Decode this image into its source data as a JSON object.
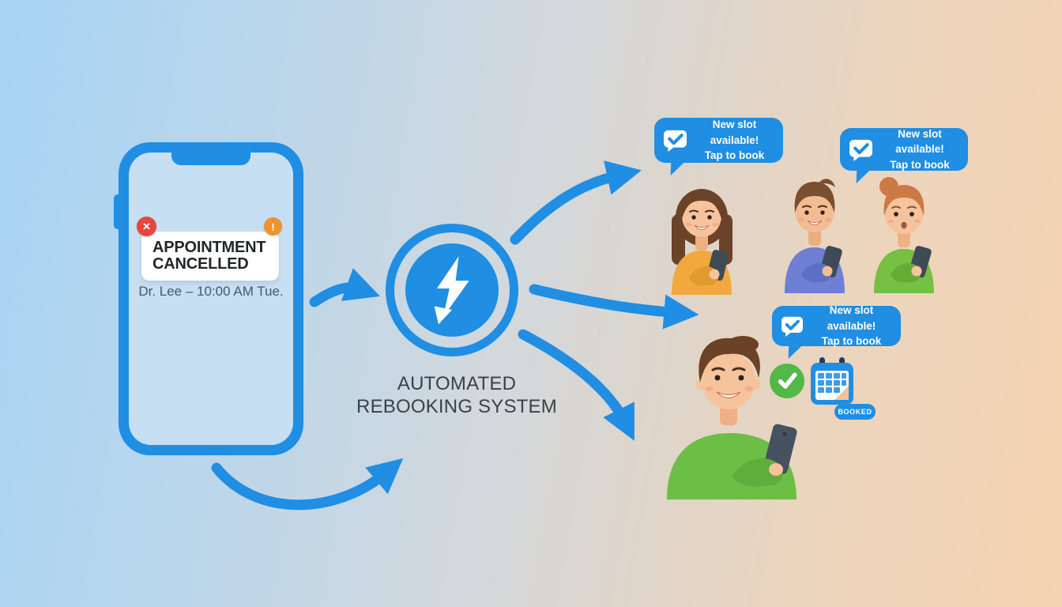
{
  "illustration": {
    "phone": {
      "notification_title": "APPOINTMENT CANCELLED",
      "notification_details": "Dr. Lee – 10:00 AM Tue.",
      "cancel_glyph": "✕",
      "alert_glyph": "!"
    },
    "hub": {
      "label_line1": "AUTOMATED",
      "label_line2": "REBOOKING SYSTEM"
    },
    "notification_bubble": {
      "line1": "New slot available!",
      "line2": "Tap to book"
    },
    "confirmation": {
      "badge_label": "BOOKED"
    },
    "icons": {
      "cancel-icon": "✕ in red circle",
      "alert-icon": "! in orange circle",
      "lightning-icon": "white bolt with arrow tip in blue circle",
      "message-check-icon": "white chat bubble with blue checkmark",
      "success-check-icon": "white ✓ in green circle",
      "calendar-icon": "blue calendar grid with page-fold corner"
    },
    "palette": {
      "accent_blue": "#1f8ee3",
      "alert_red": "#e8453e",
      "warning_orange": "#f0922d",
      "success_green": "#52b848",
      "background_left": "#a7d4f5",
      "background_right": "#f6d3b1"
    }
  }
}
